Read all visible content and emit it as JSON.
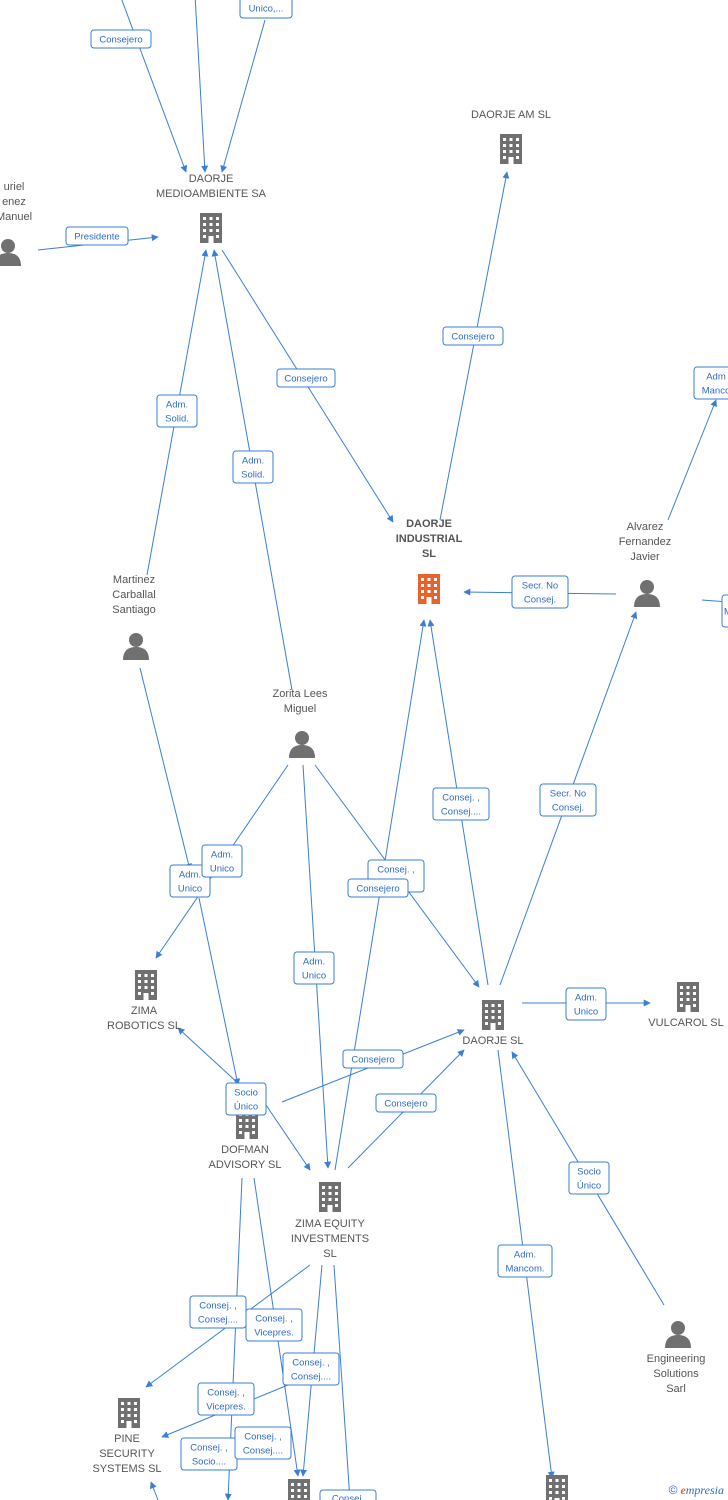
{
  "nodes": [
    {
      "id": "daorje_medioambiente",
      "type": "company",
      "label": [
        "DAORJE",
        "MEDIOAMBIENTE SA"
      ]
    },
    {
      "id": "daorje_am",
      "type": "company",
      "label": [
        "DAORJE AM  SL"
      ]
    },
    {
      "id": "daorje_industrial",
      "type": "company",
      "main": true,
      "label": [
        "DAORJE",
        "INDUSTRIAL",
        "SL"
      ]
    },
    {
      "id": "person_muriel",
      "type": "person",
      "label": [
        "uriel",
        "enez",
        "Manuel"
      ]
    },
    {
      "id": "alvarez",
      "type": "person",
      "label": [
        "Alvarez",
        "Fernandez",
        "Javier"
      ]
    },
    {
      "id": "martinez",
      "type": "person",
      "label": [
        "Martinez",
        "Carballal",
        "Santiago"
      ]
    },
    {
      "id": "zorita",
      "type": "person",
      "label": [
        "Zorita Lees",
        "Miguel"
      ]
    },
    {
      "id": "zima_robotics",
      "type": "company",
      "label": [
        "ZIMA",
        "ROBOTICS  SL"
      ]
    },
    {
      "id": "daorje_sl",
      "type": "company",
      "label": [
        "DAORJE SL"
      ]
    },
    {
      "id": "vulcarol",
      "type": "company",
      "label": [
        "VULCAROL SL"
      ]
    },
    {
      "id": "dofman",
      "type": "company",
      "label": [
        "DOFMAN",
        "ADVISORY SL"
      ]
    },
    {
      "id": "zima_equity",
      "type": "company",
      "label": [
        "ZIMA EQUITY",
        "INVESTMENTS",
        "SL"
      ]
    },
    {
      "id": "engineering",
      "type": "person",
      "label": [
        "Engineering",
        "Solutions",
        "Sarl"
      ]
    },
    {
      "id": "pine",
      "type": "company",
      "label": [
        "PINE",
        "SECURITY",
        "SYSTEMS  SL"
      ]
    },
    {
      "id": "bottom_a",
      "type": "company",
      "label": []
    },
    {
      "id": "bottom_b",
      "type": "company",
      "label": []
    }
  ],
  "edge_labels": [
    [
      "Unico,..."
    ],
    [
      "Consejero"
    ],
    [
      "Presidente"
    ],
    [
      "Consejero"
    ],
    [
      "Consejero"
    ],
    [
      "Adm.",
      "Solid."
    ],
    [
      "Adm.",
      "Solid."
    ],
    [
      "Adm",
      "Manco"
    ],
    [
      "Secr.  No",
      "Consej."
    ],
    [
      "M"
    ],
    [
      "Consej. ,",
      "Consej...."
    ],
    [
      "Secr.  No",
      "Consej."
    ],
    [
      "Adm.",
      "Unico"
    ],
    [
      "Adm.",
      "Unico"
    ],
    [
      "Consej. ,",
      "...."
    ],
    [
      "Consejero"
    ],
    [
      "Adm.",
      "Unico"
    ],
    [
      "Adm.",
      "Unico"
    ],
    [
      "Consejero"
    ],
    [
      "Socio",
      "Único"
    ],
    [
      "Consejero"
    ],
    [
      "Socio",
      "Único"
    ],
    [
      "Adm.",
      "Mancom."
    ],
    [
      "Consej. ,",
      "Consej...."
    ],
    [
      "Consej. ,",
      "Vicepres."
    ],
    [
      "Consej. ,",
      "Consej...."
    ],
    [
      "Consej. ,",
      "Vicepres."
    ],
    [
      "Consej. ,",
      "Socio...."
    ],
    [
      "Consej. ,",
      "Consej...."
    ],
    [
      "Consej."
    ]
  ],
  "footer": {
    "copyright": "©",
    "brand_initial": "e",
    "brand_rest": "mpresia"
  },
  "colors": {
    "edge": "#3a7fd5",
    "node": "#707070",
    "main_node": "#e8632b",
    "label": "#555555"
  }
}
